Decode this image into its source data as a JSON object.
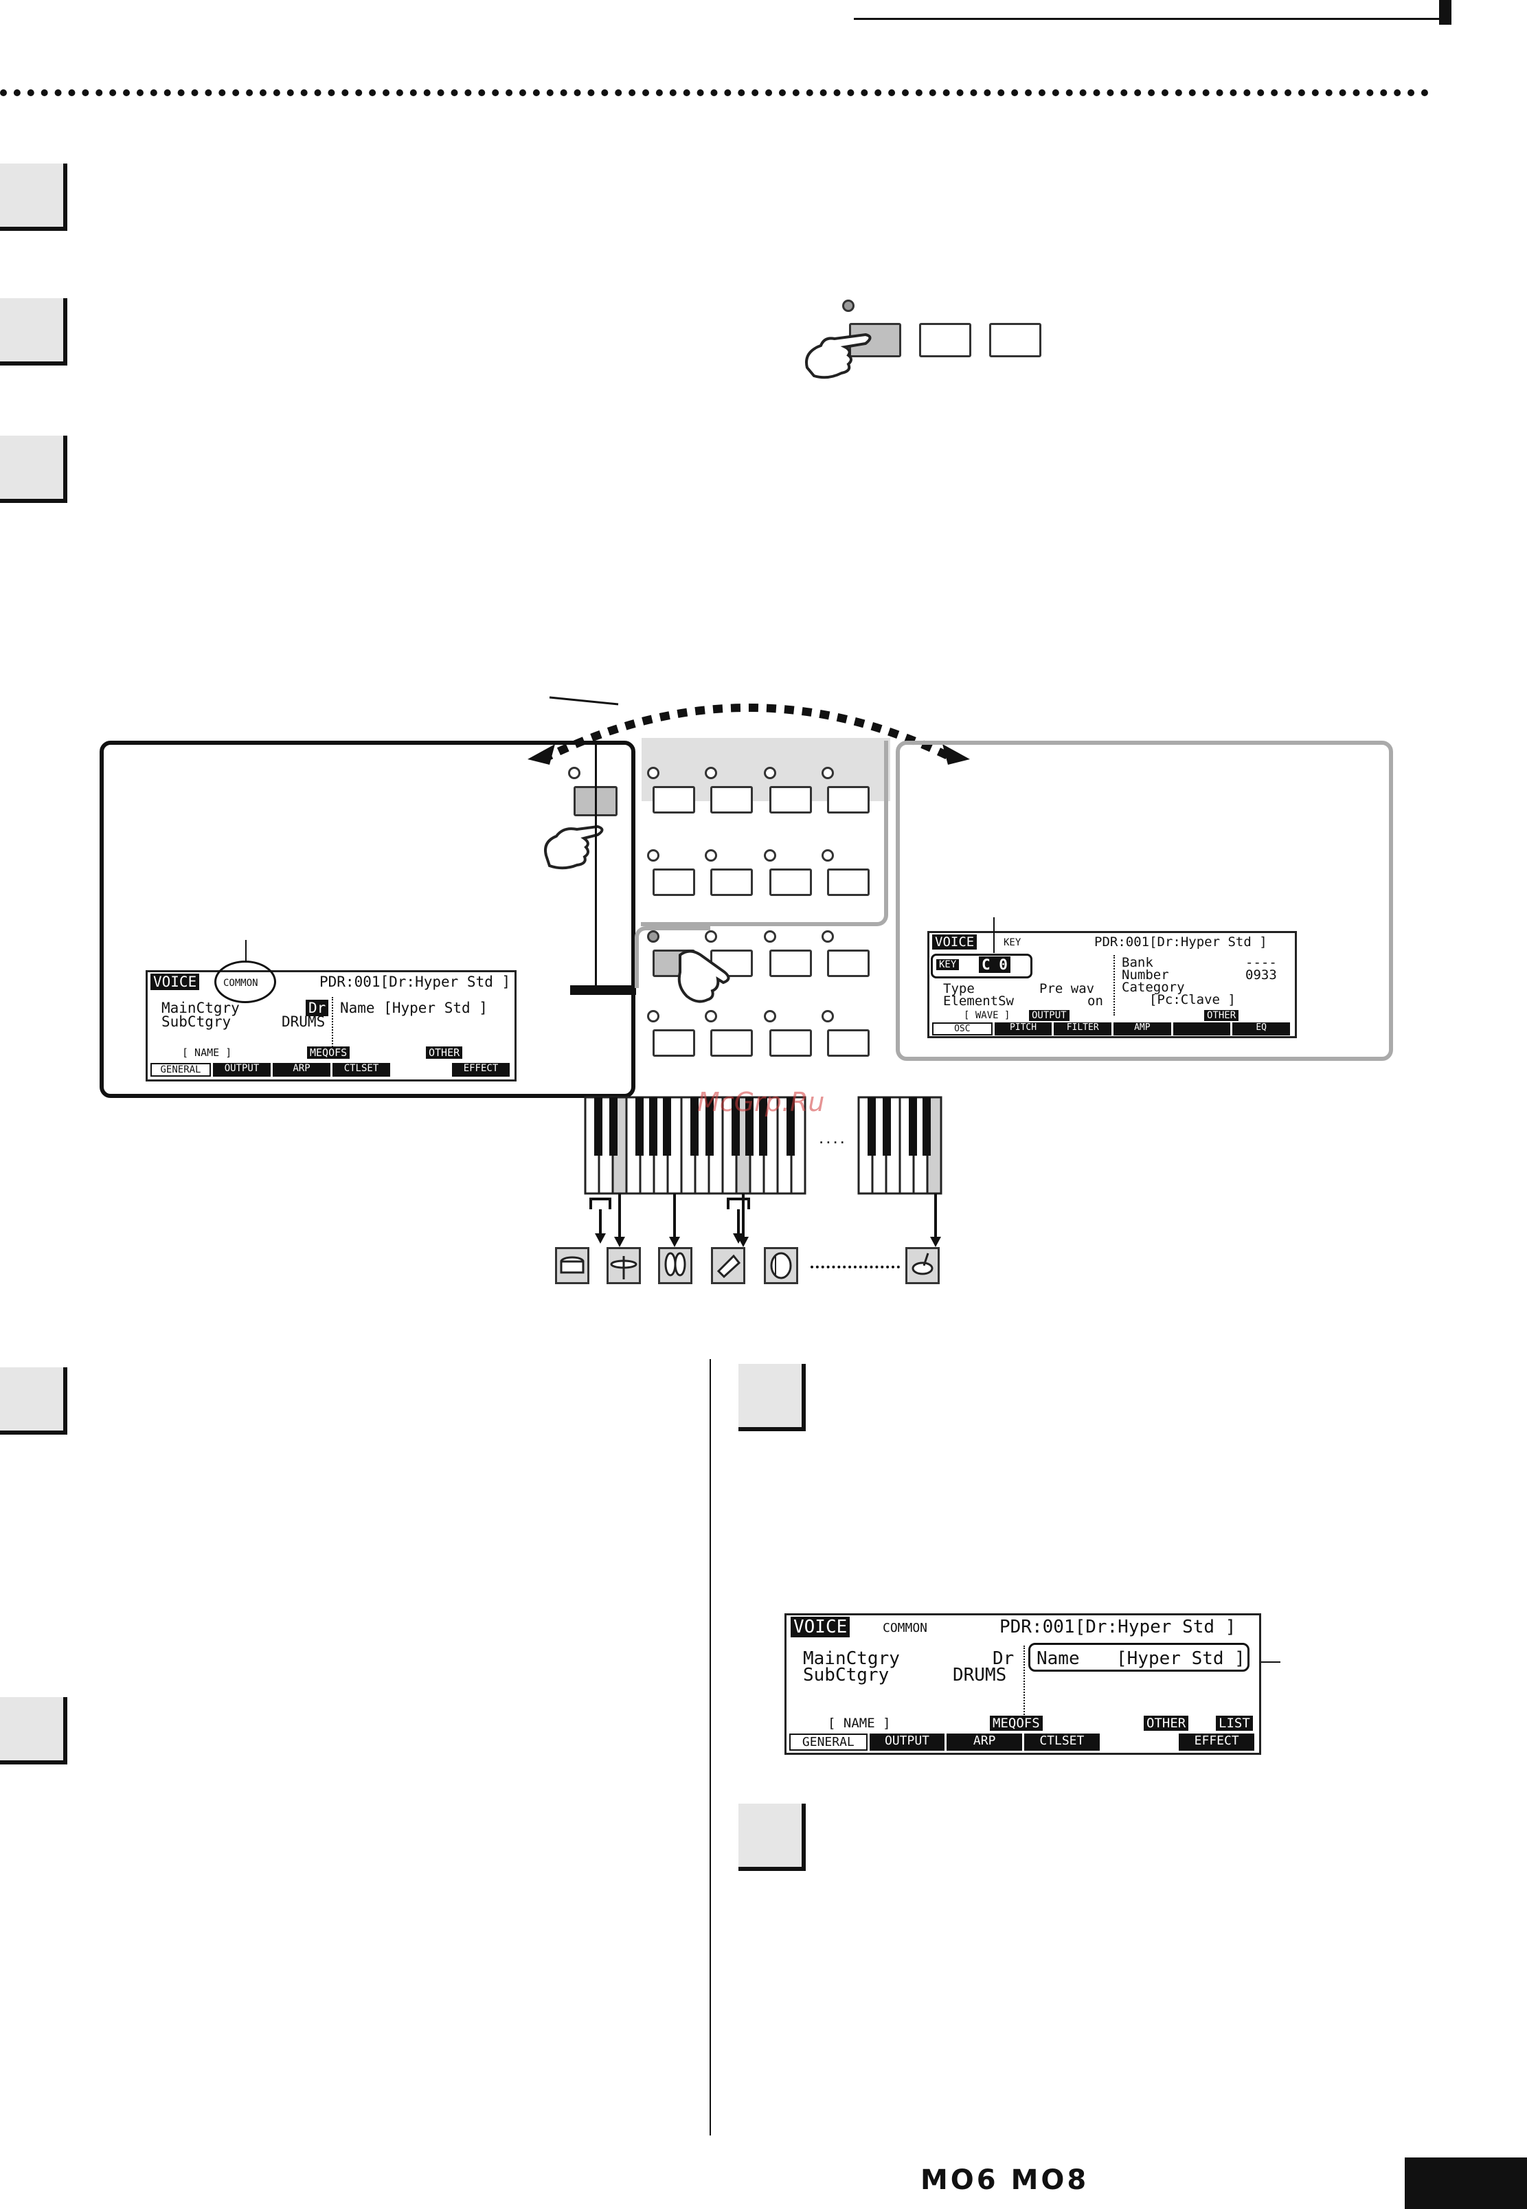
{
  "watermark": "McGrp.Ru",
  "footer": {
    "models": "MO6 MO8"
  },
  "left_display": {
    "mode": "VOICE",
    "tab_label": "COMMON",
    "voice_name": "PDR:001[Dr:Hyper Std ]",
    "main_label": "MainCtgry",
    "main_value": "Dr",
    "sub_label": "SubCtgry",
    "sub_value": "DRUMS",
    "name_field": "Name [Hyper Std ]",
    "softkeys": [
      "[ NAME ]",
      "MEQOFS",
      "OTHER"
    ],
    "tabs": [
      "GENERAL",
      "OUTPUT",
      "ARP",
      "CTLSET",
      "EFFECT"
    ]
  },
  "right_display": {
    "mode": "VOICE",
    "tab_label": "KEY",
    "voice_name": "PDR:001[Dr:Hyper Std ]",
    "key_label": "KEY",
    "key_value": "C 0",
    "bank_label": "Bank",
    "bank_value": "----",
    "number_label": "Number",
    "number_value": "0933",
    "category_label": "Category",
    "category_value": "[Pc:Clave ]",
    "type_label": "Type",
    "type_value": "Pre wav",
    "elementsw_label": "ElementSw",
    "elementsw_value": "on",
    "softkeys": [
      "[ WAVE ]",
      "OUTPUT",
      "OTHER"
    ],
    "tabs": [
      "OSC",
      "PITCH",
      "FILTER",
      "AMP",
      "",
      "EQ"
    ]
  },
  "bottom_display": {
    "mode": "VOICE",
    "tab_label": "COMMON",
    "voice_name": "PDR:001[Dr:Hyper Std ]",
    "main_label": "MainCtgry",
    "main_value": "Dr",
    "sub_label": "SubCtgry",
    "sub_value": "DRUMS",
    "name_label": "Name",
    "name_value": "[Hyper Std ]",
    "softkeys": [
      "[ NAME ]",
      "MEQOFS",
      "OTHER",
      "LIST"
    ],
    "tabs": [
      "GENERAL",
      "OUTPUT",
      "ARP",
      "CTLSET",
      "EFFECT"
    ]
  },
  "keyboard": {
    "ellipsis": "...."
  },
  "instrument_icons": [
    "snare-drum",
    "cymbal",
    "shaker",
    "cowbell",
    "tom",
    "tambourine"
  ]
}
